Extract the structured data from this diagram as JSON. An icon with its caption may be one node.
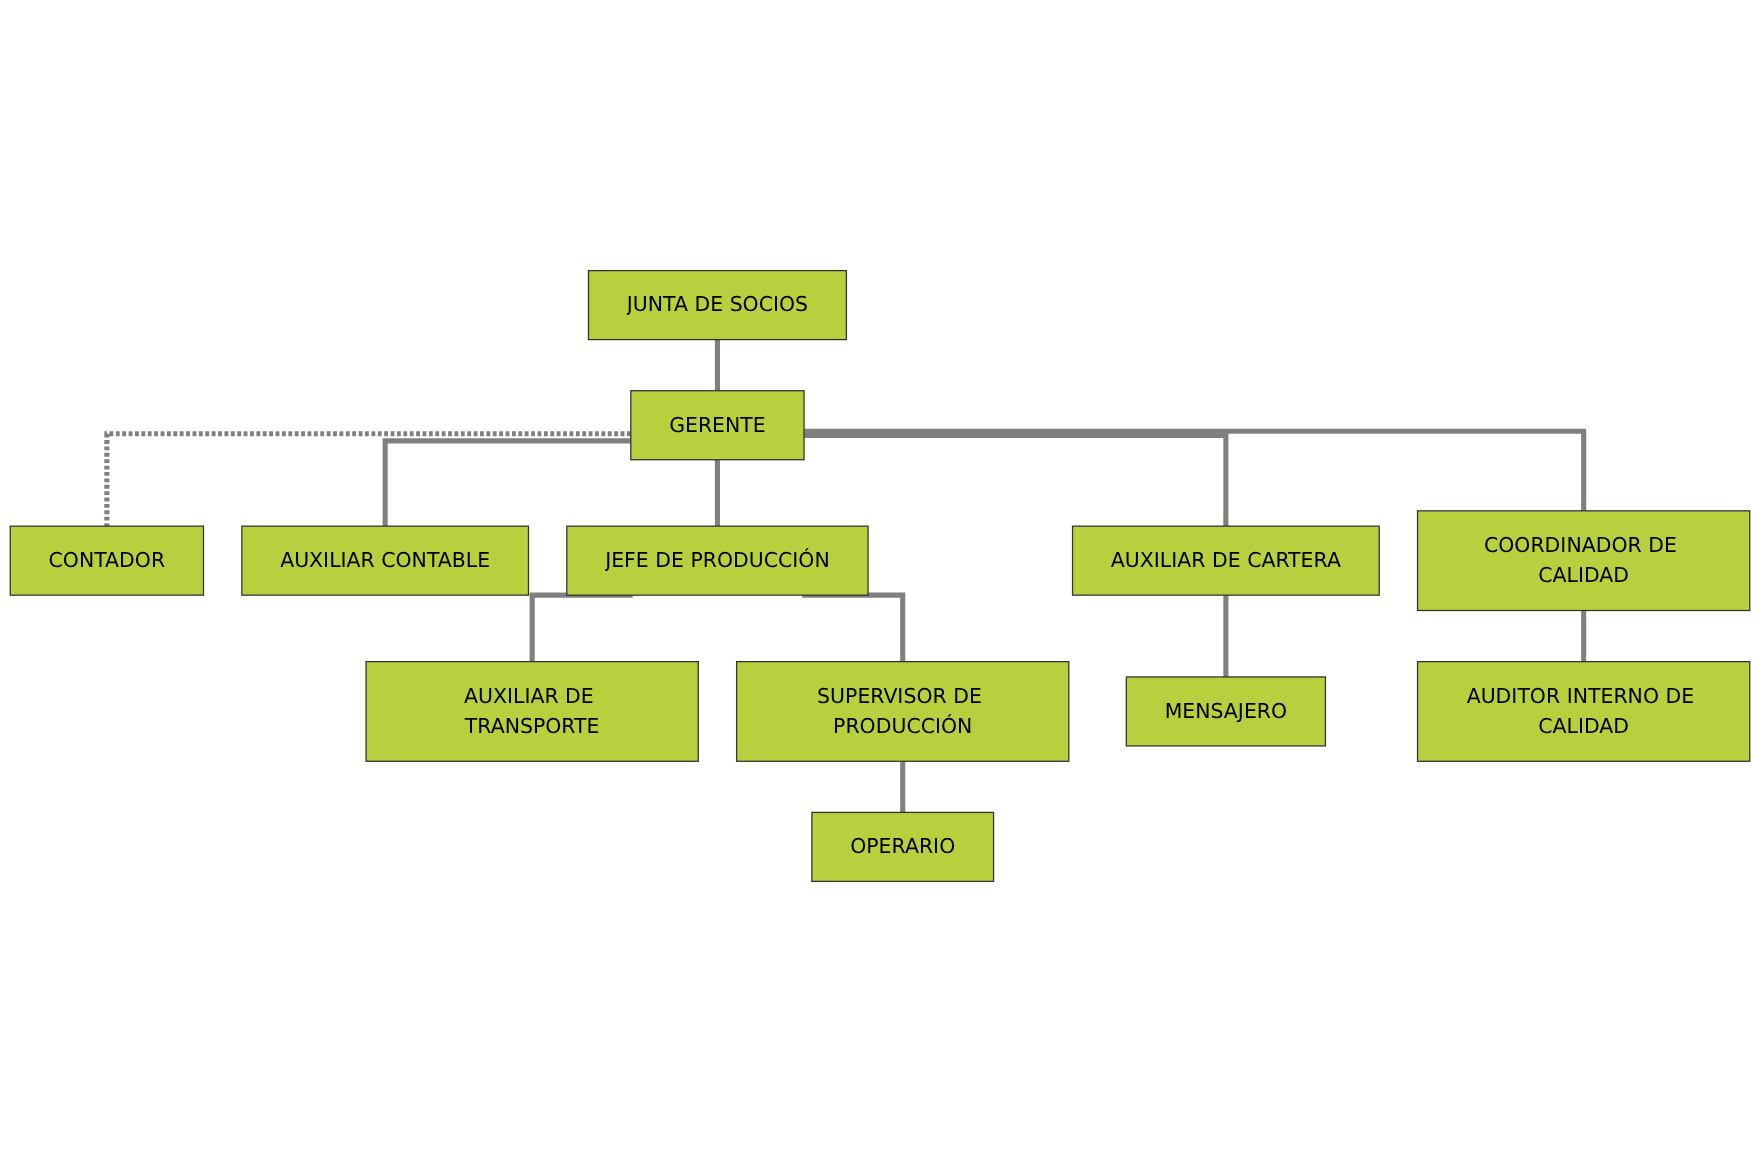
{
  "diagram": {
    "nodes": [
      {
        "text": [
          "JUNTA DE SOCIOS"
        ]
      },
      {
        "text": [
          "GERENTE"
        ]
      },
      {
        "text": [
          "CONTADOR"
        ]
      },
      {
        "text": [
          "AUXILIAR CONTABLE"
        ]
      },
      {
        "text": [
          "JEFE DE PRODUCCIÓN"
        ]
      },
      {
        "text": [
          "AUXILIAR DE CARTERA"
        ]
      },
      {
        "text": [
          "COORDINADOR DE CALIDAD"
        ]
      },
      {
        "text": [
          "SUPERVISOR DE PRODUCCIÓN"
        ]
      },
      {
        "text": [
          "MENSAJERO"
        ]
      },
      {
        "text": [
          "AUDITOR INTERNO DE CALIDAD"
        ]
      },
      {
        "text": [
          "AUXILIAR DE TRANSPORTE"
        ]
      },
      {
        "text": [
          "OPERARIO"
        ]
      }
    ],
    "edges": [
      {
        "from": 0,
        "to": 1,
        "arrow": "none"
      },
      {
        "from": 1,
        "to": 2,
        "arrow": "none",
        "style": "dashed"
      },
      {
        "from": 1,
        "to": 3,
        "arrow": "none"
      },
      {
        "from": 1,
        "to": 4,
        "arrow": "none"
      },
      {
        "from": 1,
        "to": 5,
        "arrow": "none"
      },
      {
        "from": 1,
        "to": 6,
        "arrow": "none"
      },
      {
        "from": 4,
        "to": 10,
        "arrow": "none"
      },
      {
        "from": 4,
        "to": 7,
        "arrow": "none"
      },
      {
        "from": 7,
        "to": 11,
        "arrow": "none"
      },
      {
        "from": 5,
        "to": 8,
        "arrow": "none"
      },
      {
        "from": 6,
        "to": 9,
        "arrow": "none"
      }
    ]
  }
}
